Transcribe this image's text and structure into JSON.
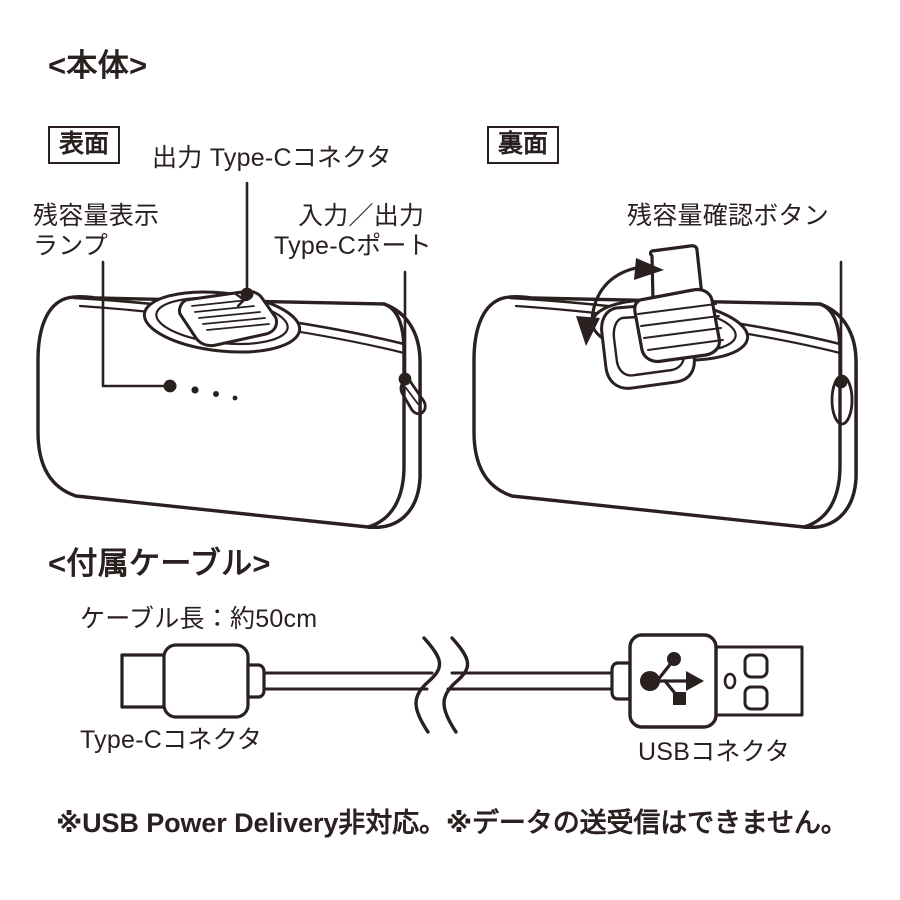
{
  "document": {
    "language": "ja",
    "ink_color": "#2b2020",
    "background_color": "#ffffff"
  },
  "sections": {
    "body_unit": {
      "heading": "<本体>",
      "front": {
        "badge": "表面",
        "labels": {
          "connector": "出力 Type-Cコネクタ",
          "lamp_line1": "残容量表示",
          "lamp_line2": "ランプ",
          "port_line1": "入力／出力",
          "port_line2": "Type-Cポート"
        },
        "lamp_count": 4
      },
      "back": {
        "badge": "裏面",
        "labels": {
          "button": "残容量確認ボタン"
        }
      }
    },
    "cable": {
      "heading": "<付属ケーブル>",
      "length_label": "ケーブル長：約50cm",
      "connector_left": "Type-Cコネクタ",
      "connector_right": "USBコネクタ"
    }
  },
  "footnote": {
    "text": "※USB Power Delivery非対応。※データの送受信はできません。"
  }
}
